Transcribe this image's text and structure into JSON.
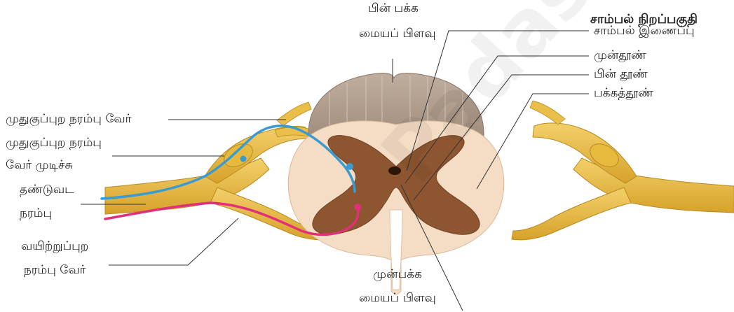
{
  "labels": {
    "posterior_median_sulcus": [
      "பின் பக்க",
      "மையப் பிளவு"
    ],
    "grey_matter_heading": "சாம்பல் நிறப்பகுதி",
    "grey_commissure": "சாம்பல் இணைப்பு",
    "anterior_horn": "முன்தூண்",
    "posterior_horn": "பின் தூண்",
    "lateral_horn": "பக்கத்தூண்",
    "dorsal_root": "முதுகுப்புற நரம்பு வேர்",
    "dorsal_root_ganglion": [
      "முதுகுப்புற நரம்பு",
      "வேர் முடிச்சு"
    ],
    "spinal_nerve": [
      "தண்டுவட",
      "நரம்பு"
    ],
    "ventral_root": [
      "வயிற்றுப்புற",
      "நரம்பு வேர்"
    ],
    "anterior_median_fissure": [
      "முன்பக்க",
      "மையப் பிளவு"
    ]
  },
  "watermark": "Padasalai.Net",
  "colors": {
    "white_matter": "#f5dcc4",
    "grey_matter": "#8e5630",
    "meninges": "#a89383",
    "nerve": "#e3b53a",
    "sensory_fiber": "#3b9bd0",
    "motor_fiber": "#e0307a",
    "leader_line": "#333333"
  }
}
